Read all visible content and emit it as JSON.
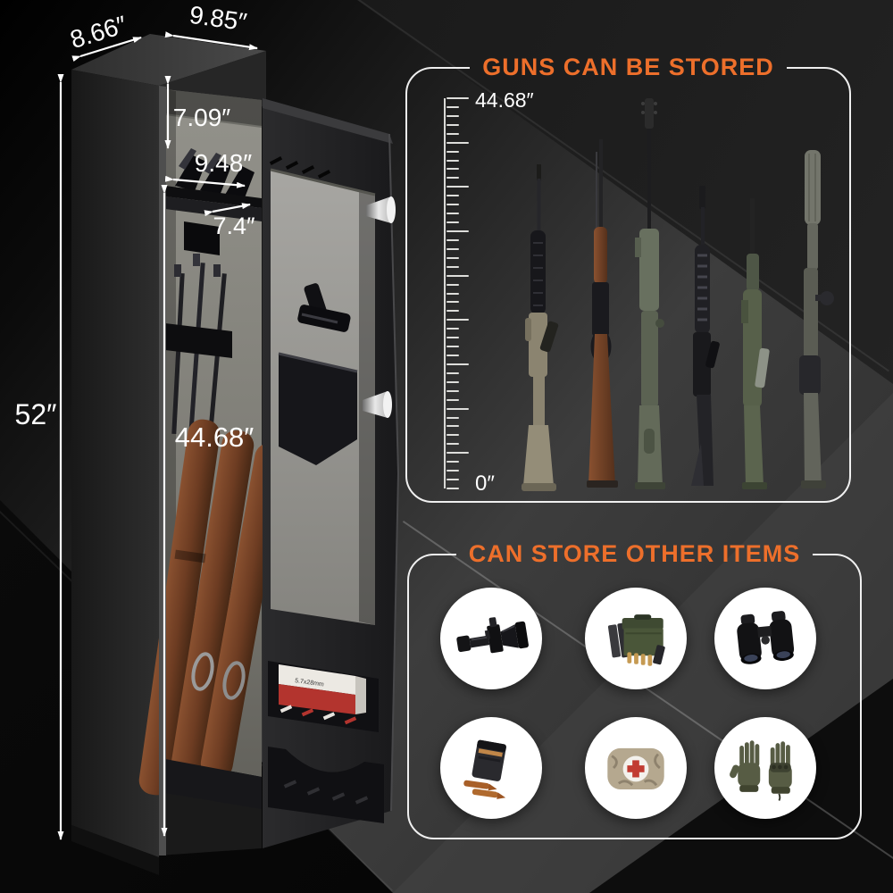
{
  "dimensions": {
    "width_side": "8.66″",
    "width_front": "9.85″",
    "top_compartment_height": "7.09″",
    "shelf_width": "9.48″",
    "shelf_depth": "7.4″",
    "total_height": "52″",
    "interior_height": "44.68″"
  },
  "safe": {
    "ammo_box_label": "5.7x28mm"
  },
  "panels": {
    "guns": {
      "title": "GUNS CAN BE STORED",
      "ruler": {
        "max_label": "44.68″",
        "min_label": "0″",
        "tick_count": 44
      },
      "gun_icons": [
        "m16-rifle-icon",
        "lever-action-rifle-icon",
        "marksman-rifle-icon",
        "tactical-rifle-icon",
        "hunting-rifle-icon",
        "suppressed-rifle-icon"
      ]
    },
    "items": {
      "title": "CAN STORE OTHER ITEMS",
      "item_icons": [
        "rifle-scope-icon",
        "ammo-can-icon",
        "binoculars-icon",
        "magazine-icon",
        "first-aid-pouch-icon",
        "tactical-gloves-icon"
      ]
    }
  },
  "colors": {
    "accent_orange": "#ED6F2B",
    "panel_border": "#FAFAFA",
    "dimension_text": "#FFFFFF"
  }
}
